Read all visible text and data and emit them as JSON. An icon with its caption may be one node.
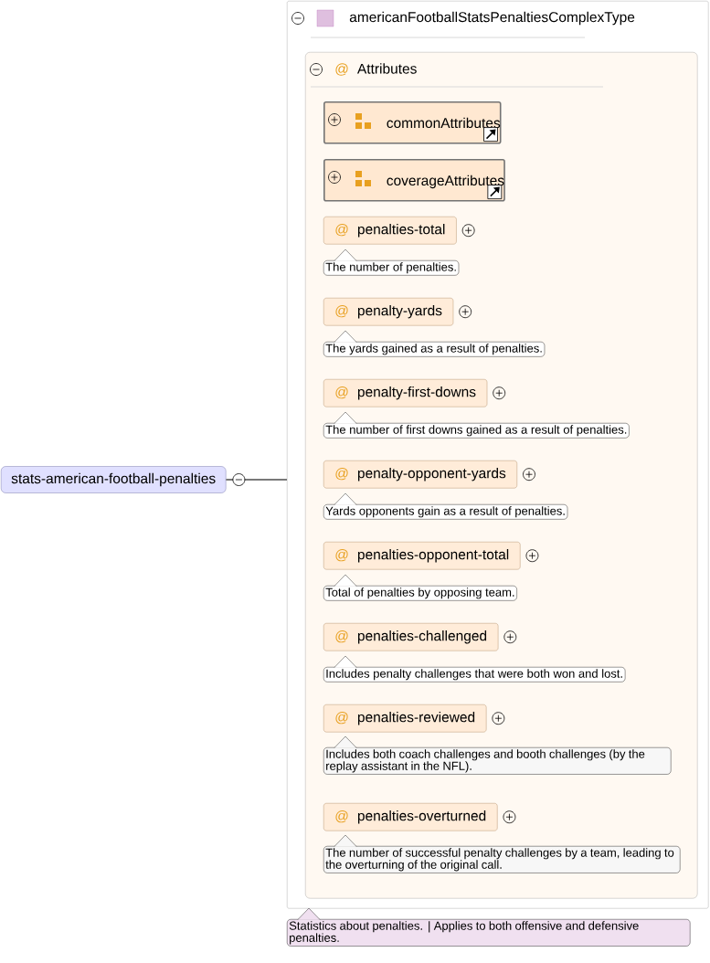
{
  "diagram": {
    "nodes": [
      {
        "text": [
          "stats-american-football-penalties"
        ]
      },
      {
        "text": [
          "americanFootballStatsPenaltiesComplexType"
        ],
        "beside": [
          "Statistics about penalties. | Applies to both offensive and defensive penalties."
        ]
      },
      {
        "text": [
          "@",
          "Attributes"
        ],
        "in": 1
      },
      {
        "text": [
          "commonAttributes"
        ],
        "in": 2
      },
      {
        "text": [
          "coverageAttributes"
        ],
        "in": 2
      },
      {
        "text": [
          "@",
          "penalties-total"
        ],
        "in": 2,
        "beside": [
          "The number of penalties."
        ]
      },
      {
        "text": [
          "@",
          "penalty-yards"
        ],
        "in": 2,
        "beside": [
          "The yards gained as a result of penalties."
        ]
      },
      {
        "text": [
          "@",
          "penalty-first-downs"
        ],
        "in": 2,
        "beside": [
          "The number of first downs gained as a result of penalties."
        ]
      },
      {
        "text": [
          "@",
          "penalty-opponent-yards"
        ],
        "in": 2,
        "beside": [
          "Yards opponents gain as a result of penalties."
        ]
      },
      {
        "text": [
          "@",
          "penalties-opponent-total"
        ],
        "in": 2,
        "beside": [
          "Total of penalties by opposing team."
        ]
      },
      {
        "text": [
          "@",
          "penalties-challenged"
        ],
        "in": 2,
        "beside": [
          "Includes penalty challenges that were both won and lost."
        ]
      },
      {
        "text": [
          "@",
          "penalties-reviewed"
        ],
        "in": 2,
        "beside": [
          "Includes both coach challenges and booth challenges (by the replay assistant in the NFL)."
        ]
      },
      {
        "text": [
          "@",
          "penalties-overturned"
        ],
        "in": 2,
        "beside": [
          "The number of successful penalty challenges by a team, leading to the overturning of the original call."
        ]
      }
    ],
    "edges": [
      {
        "from": 0,
        "to": 1,
        "arrow": "none"
      }
    ]
  }
}
